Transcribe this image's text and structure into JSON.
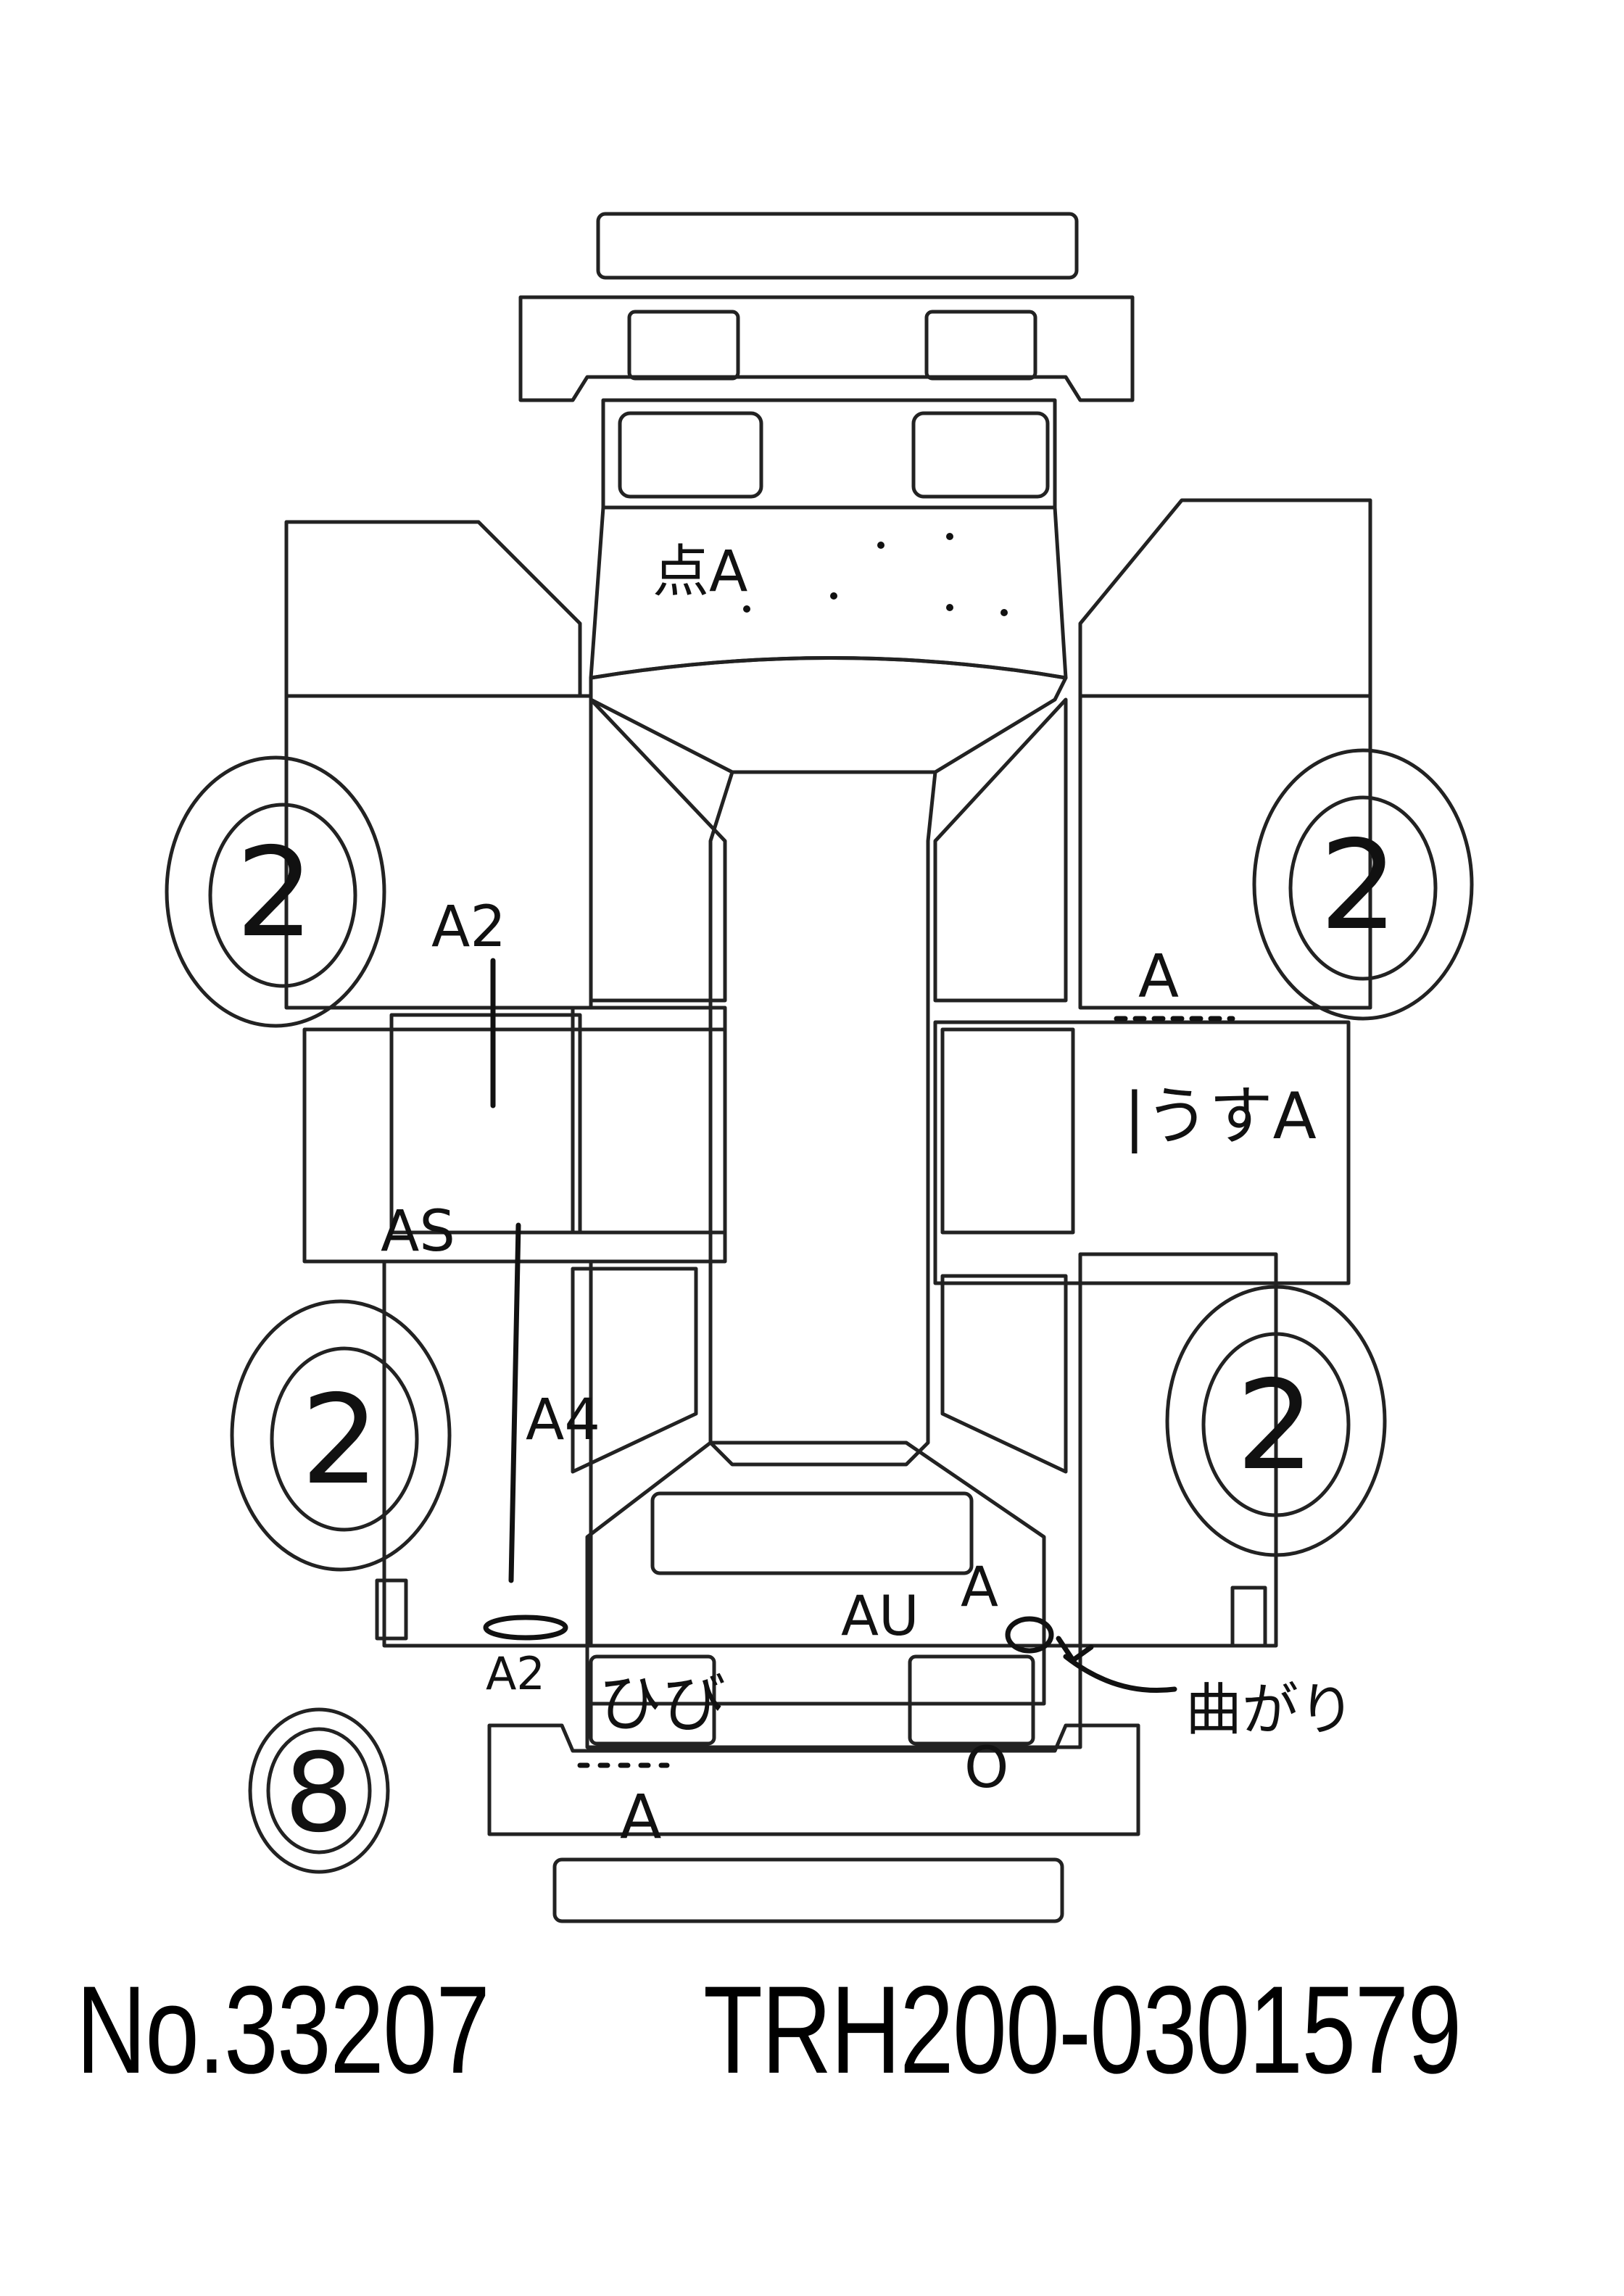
{
  "sheet": {
    "stock_number": "No.33207",
    "chassis_number": "TRH200-0301579",
    "overall_grade": "8"
  },
  "tires": [
    {
      "position": "front-left",
      "value": "2"
    },
    {
      "position": "front-right",
      "value": "2"
    },
    {
      "position": "rear-left",
      "value": "2"
    },
    {
      "position": "rear-right",
      "value": "2"
    }
  ],
  "annotations": {
    "hood": "点A",
    "left_front_door": "A2",
    "left_rear_door_top": "AS",
    "left_rear_quarter": "A4",
    "left_rear_corner": "A2",
    "right_front_fender": "A",
    "right_front_door": "|うすA",
    "rear_hatch_a": "A",
    "rear_right": "AU",
    "left_tail_lamp": "ひび",
    "rear_bumper": "A",
    "bent_note": "曲がり",
    "rear_mark": "O"
  },
  "colors": {
    "ink": "#111111",
    "paper": "#ffffff"
  }
}
